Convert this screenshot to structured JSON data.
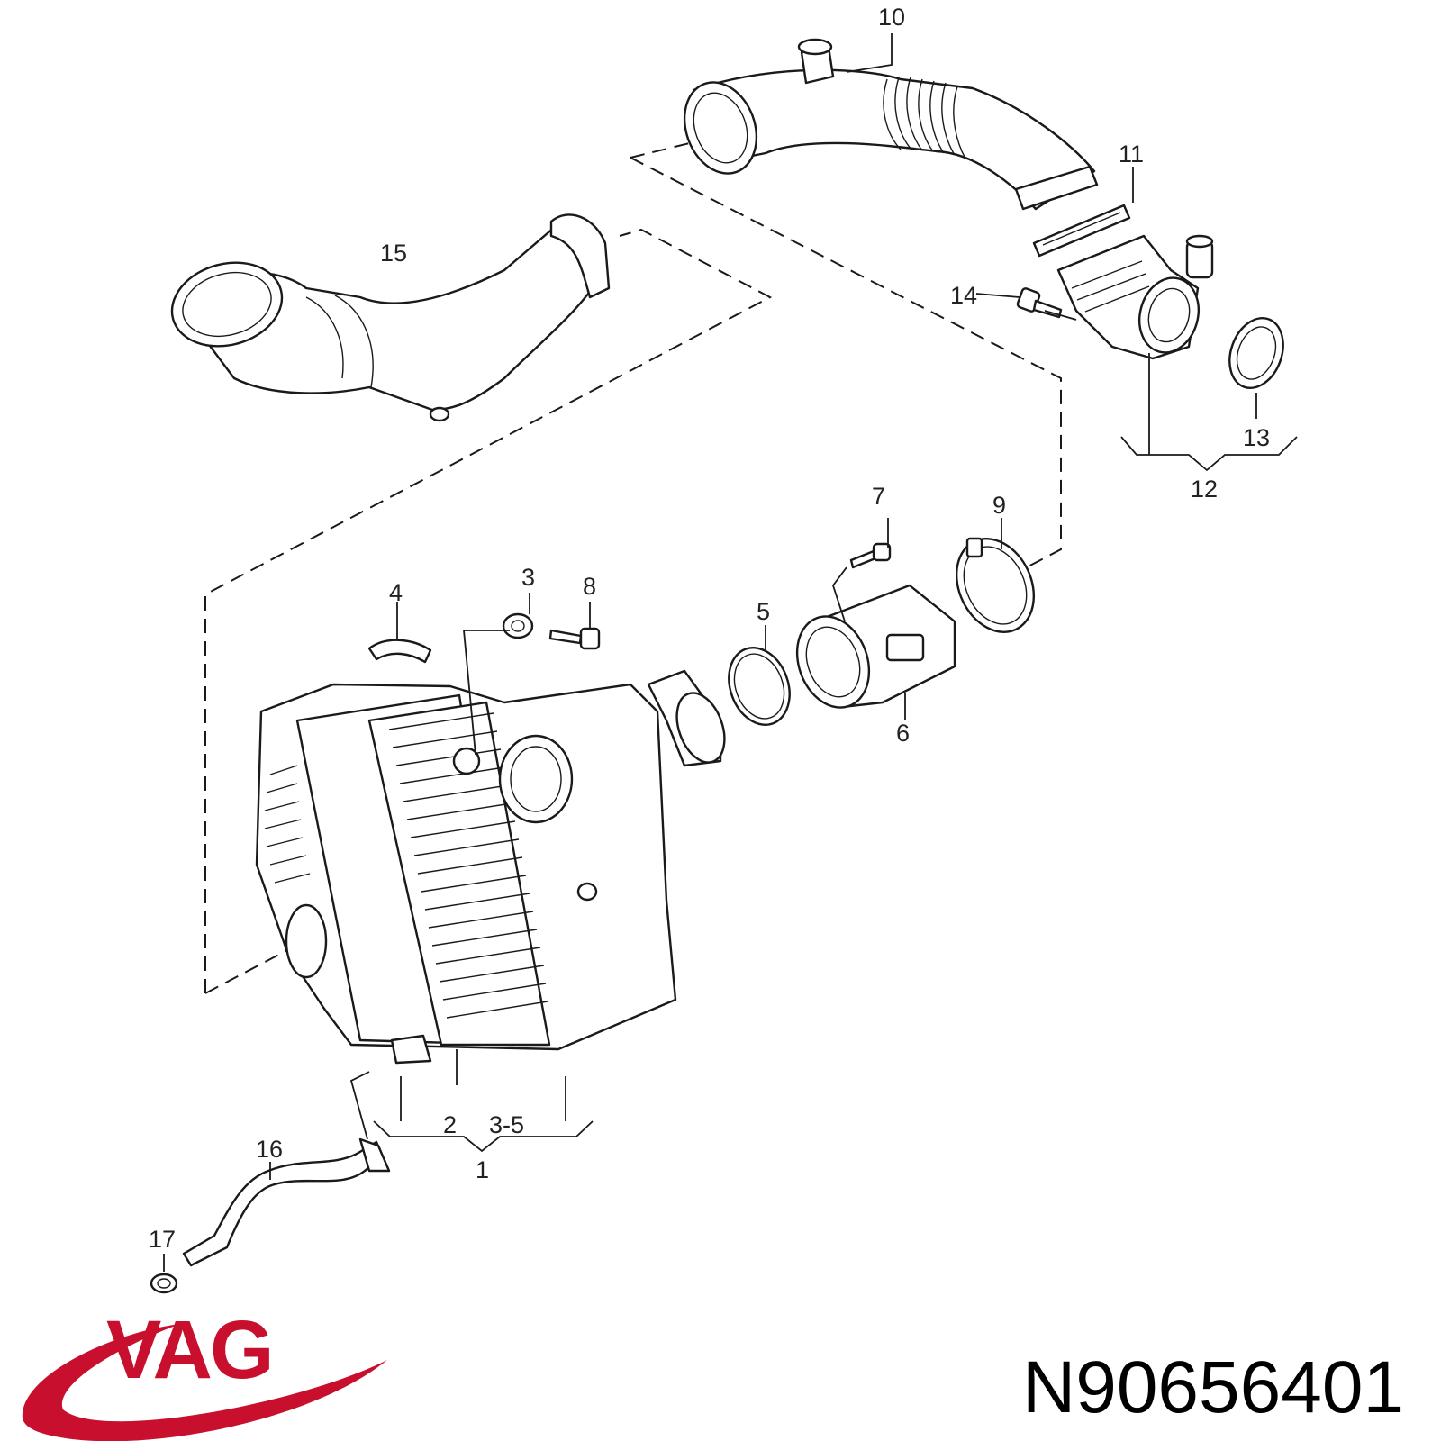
{
  "diagram": {
    "callouts": {
      "c1": "1",
      "c2": "2",
      "c3_5": "3-5",
      "c3": "3",
      "c4": "4",
      "c5": "5",
      "c6": "6",
      "c7": "7",
      "c8": "8",
      "c9": "9",
      "c10": "10",
      "c11": "11",
      "c12": "12",
      "c13": "13",
      "c14": "14",
      "c15": "15",
      "c16": "16",
      "c17": "17"
    }
  },
  "brand": {
    "logo_text": "VAG",
    "color": "#c8102e"
  },
  "part_number": "N90656401"
}
